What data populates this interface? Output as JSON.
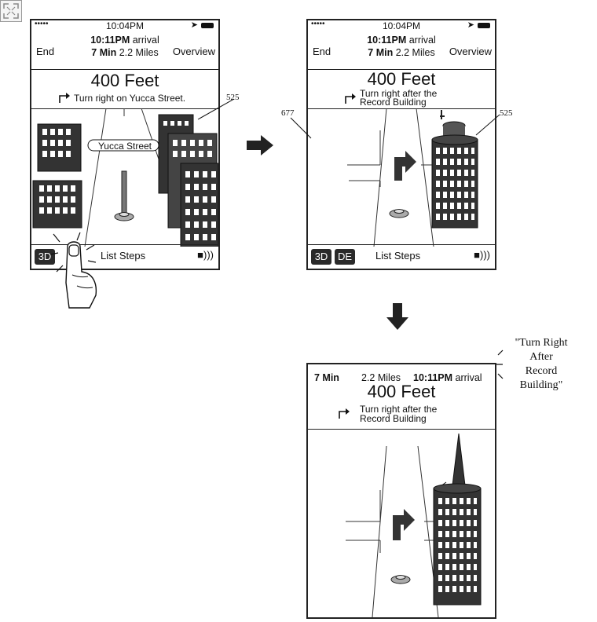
{
  "corner_icon": "expand-icon",
  "phone1": {
    "status": {
      "signal": "•••••",
      "time": "10:04PM",
      "location": "location-arrow-icon",
      "battery": "battery-icon"
    },
    "header": {
      "end": "End",
      "arrival_time": "10:11PM",
      "arrival_word": "arrival",
      "eta_min": "7 Min",
      "miles": "2.2 Miles",
      "overview": "Overview"
    },
    "instruction": {
      "distance": "400 Feet",
      "text": "Turn right on Yucca Street."
    },
    "street_label": "Yucca Street",
    "bottom": {
      "btn_3d": "3D",
      "list_steps": "List Steps",
      "speaker": "speaker-icon"
    }
  },
  "phone2": {
    "status": {
      "signal": "•••••",
      "time": "10:04PM"
    },
    "header": {
      "end": "End",
      "arrival_time": "10:11PM",
      "arrival_word": "arrival",
      "eta_min": "7 Min",
      "miles": "2.2 Miles",
      "overview": "Overview"
    },
    "instruction": {
      "distance": "400 Feet",
      "text_line1": "Turn right after the",
      "text_line2": "Record Building"
    },
    "bottom": {
      "btn_3d": "3D",
      "btn_de": "DE",
      "list_steps": "List Steps"
    }
  },
  "phone3": {
    "header": {
      "eta_min": "7 Min",
      "miles": "2.2 Miles",
      "arrival_time": "10:11PM",
      "arrival_word": "arrival"
    },
    "instruction": {
      "distance": "400 Feet",
      "text_line1": "Turn right after the",
      "text_line2": "Record Building"
    }
  },
  "refs": {
    "r525a": "525",
    "r525b": "525",
    "r677": "677"
  },
  "voice_caption": [
    "\"Turn Right",
    "After",
    "Record",
    "Building\""
  ]
}
